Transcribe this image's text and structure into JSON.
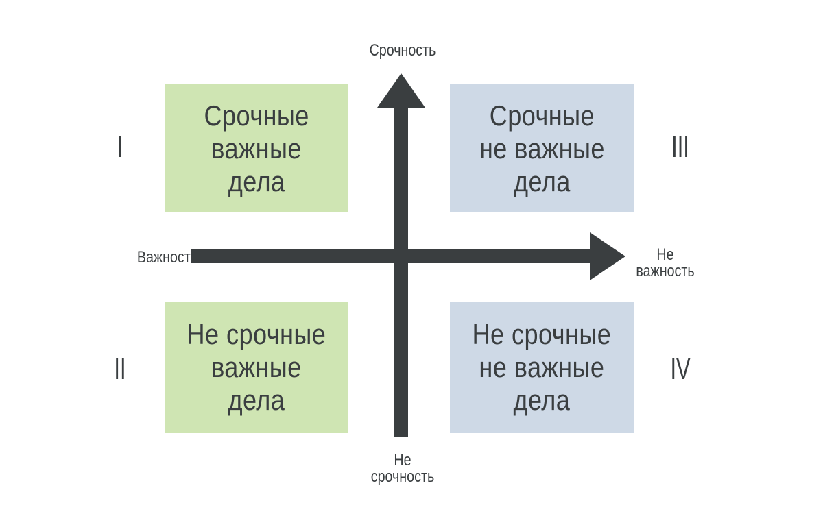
{
  "colors": {
    "axis": "#3a3e40",
    "important_quadrant": "#cfe5b3",
    "not_important_quadrant": "#ced9e6",
    "text": "#3a3e40"
  },
  "axes": {
    "vertical_top": "Срочность",
    "vertical_bottom_line1": "Не",
    "vertical_bottom_line2": "срочность",
    "horizontal_left": "Важность",
    "horizontal_right_line1": "Не",
    "horizontal_right_line2": "важность"
  },
  "quadrants": {
    "q1": {
      "numeral": "I",
      "line1": "Срочные",
      "line2": "важные",
      "line3": "дела"
    },
    "q2": {
      "numeral": "II",
      "line1": "Не срочные",
      "line2": "важные",
      "line3": "дела"
    },
    "q3": {
      "numeral": "III",
      "line1": "Срочные",
      "line2": "не важные",
      "line3": "дела"
    },
    "q4": {
      "numeral": "IV",
      "line1": "Не срочные",
      "line2": "не важные",
      "line3": "дела"
    }
  }
}
